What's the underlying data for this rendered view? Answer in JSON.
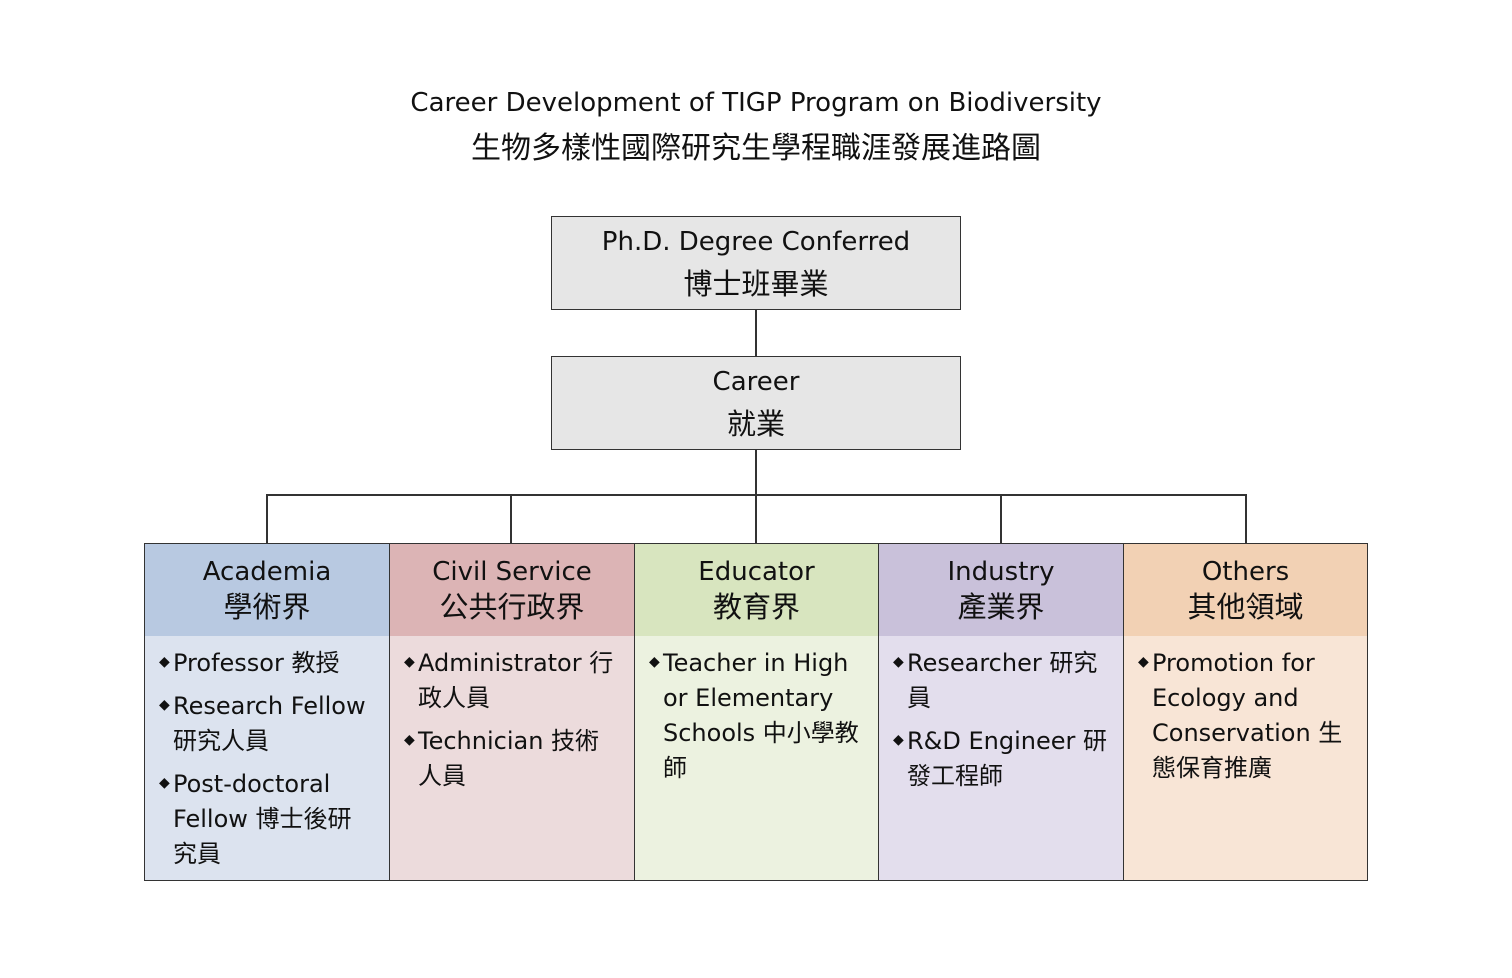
{
  "title": {
    "en": "Career Development of TIGP Program on Biodiversity",
    "zh": "生物多樣性國際研究生學程職涯發展進路圖"
  },
  "root": {
    "en": "Ph.D. Degree Conferred",
    "zh": "博士班畢業"
  },
  "career": {
    "en": "Career",
    "zh": "就業"
  },
  "bullet_icon": "diamond-bullet-icon",
  "colors": {
    "academia_head": "#b8c9e1",
    "academia_body": "#dce3ef",
    "civil_head": "#dcb4b5",
    "civil_body": "#ecdbdc",
    "educator_head": "#d8e5bf",
    "educator_body": "#ecf2e0",
    "industry_head": "#c9c1da",
    "industry_body": "#e3deed",
    "others_head": "#f2d1b4",
    "others_body": "#f8e5d6"
  },
  "categories": [
    {
      "en": "Academia",
      "zh": "學術界",
      "items": [
        "Professor 教授",
        "Research Fellow 研究人員",
        "Post-doctoral Fellow 博士後研究員"
      ]
    },
    {
      "en": "Civil Service",
      "zh": "公共行政界",
      "items": [
        "Administrator 行政人員",
        "Technician 技術人員"
      ]
    },
    {
      "en": "Educator",
      "zh": "教育界",
      "items": [
        "Teacher in High or Elementary Schools 中小學教師"
      ]
    },
    {
      "en": "Industry",
      "zh": "產業界",
      "items": [
        "Researcher 研究員",
        "R&D Engineer 研發工程師"
      ]
    },
    {
      "en": "Others",
      "zh": "其他領域",
      "items": [
        "Promotion for Ecology and Conservation 生態保育推廣"
      ]
    }
  ]
}
